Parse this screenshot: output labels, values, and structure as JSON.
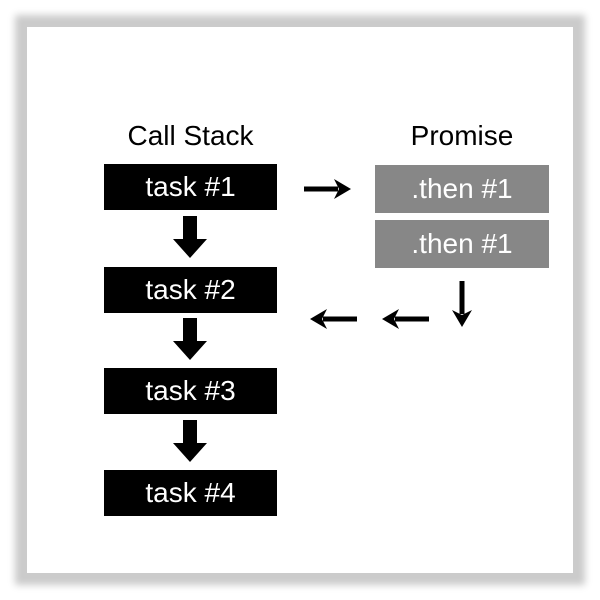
{
  "call_stack": {
    "title": "Call Stack",
    "items": [
      {
        "label": "task #1"
      },
      {
        "label": "task #2"
      },
      {
        "label": "task #3"
      },
      {
        "label": "task #4"
      }
    ]
  },
  "promise": {
    "title": "Promise",
    "items": [
      {
        "label": ".then #1"
      },
      {
        "label": ".then #1"
      }
    ]
  },
  "arrows": {
    "stack_flow": "thick-down-arrows-between-tasks",
    "task1_to_promise": "thin-right-arrow",
    "promise_queue_down": "thin-down-arrow",
    "promise_back_to_stack": "two-thin-left-arrows"
  },
  "colors": {
    "task_box_bg": "#000000",
    "task_box_text": "#ffffff",
    "then_box_bg": "#878787",
    "then_box_text": "#ffffff",
    "arrow": "#000000",
    "title_text": "#000000",
    "card_bg": "#ffffff",
    "frame_shadow": "#cbcbcb"
  }
}
